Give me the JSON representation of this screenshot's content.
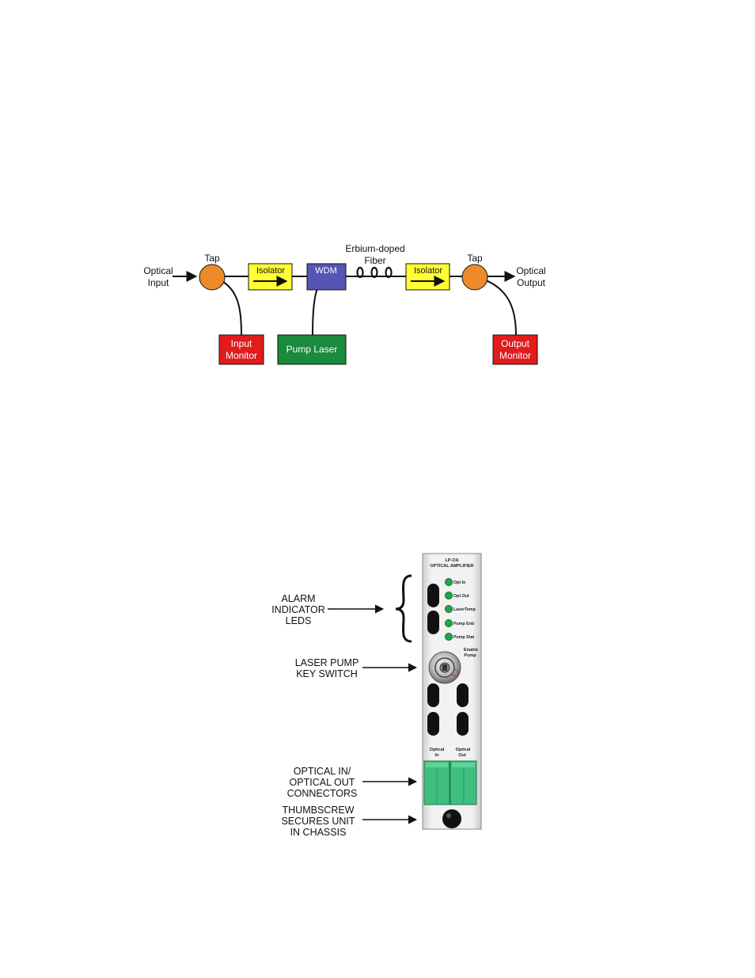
{
  "diagram1": {
    "optical_input": [
      "Optical",
      "Input"
    ],
    "optical_output": [
      "Optical",
      "Output"
    ],
    "tap_left": "Tap",
    "tap_right": "Tap",
    "isolator_left": "Isolator",
    "isolator_right": "Isolator",
    "wdm": "WDM",
    "fiber": [
      "Erbium-doped",
      "Fiber"
    ],
    "input_monitor": [
      "Input",
      "Monitor"
    ],
    "pump_laser": "Pump Laser",
    "output_monitor": [
      "Output",
      "Monitor"
    ],
    "colors": {
      "tap": "#ee8a2a",
      "isolator": "#ffff33",
      "wdm": "#5555b5",
      "monitor": "#e21b1b",
      "pump": "#1a8a3c"
    }
  },
  "diagram2": {
    "callouts": {
      "alarm_leds": [
        "ALARM",
        "INDICATOR",
        "LEDS"
      ],
      "key_switch": [
        "LASER PUMP",
        "KEY SWITCH"
      ],
      "connectors": [
        "OPTICAL IN/",
        "OPTICAL OUT",
        "CONNECTORS"
      ],
      "thumbscrew": [
        "THUMBSCREW",
        "SECURES UNIT",
        "IN CHASSIS"
      ]
    },
    "panel": {
      "model": "LP-OA",
      "name": "OPTICAL AMPLIFIER",
      "leds": [
        "Opt In",
        "Opt Out",
        "LaserTemp",
        "Pump Enb",
        "Pump Stat"
      ],
      "key_label": [
        "Enable",
        "Pump"
      ],
      "port_in": [
        "Optical",
        "In"
      ],
      "port_out": [
        "Optical",
        "Out"
      ],
      "led_color": "#1fa54a",
      "connector_color": "#3fbf7f"
    }
  }
}
